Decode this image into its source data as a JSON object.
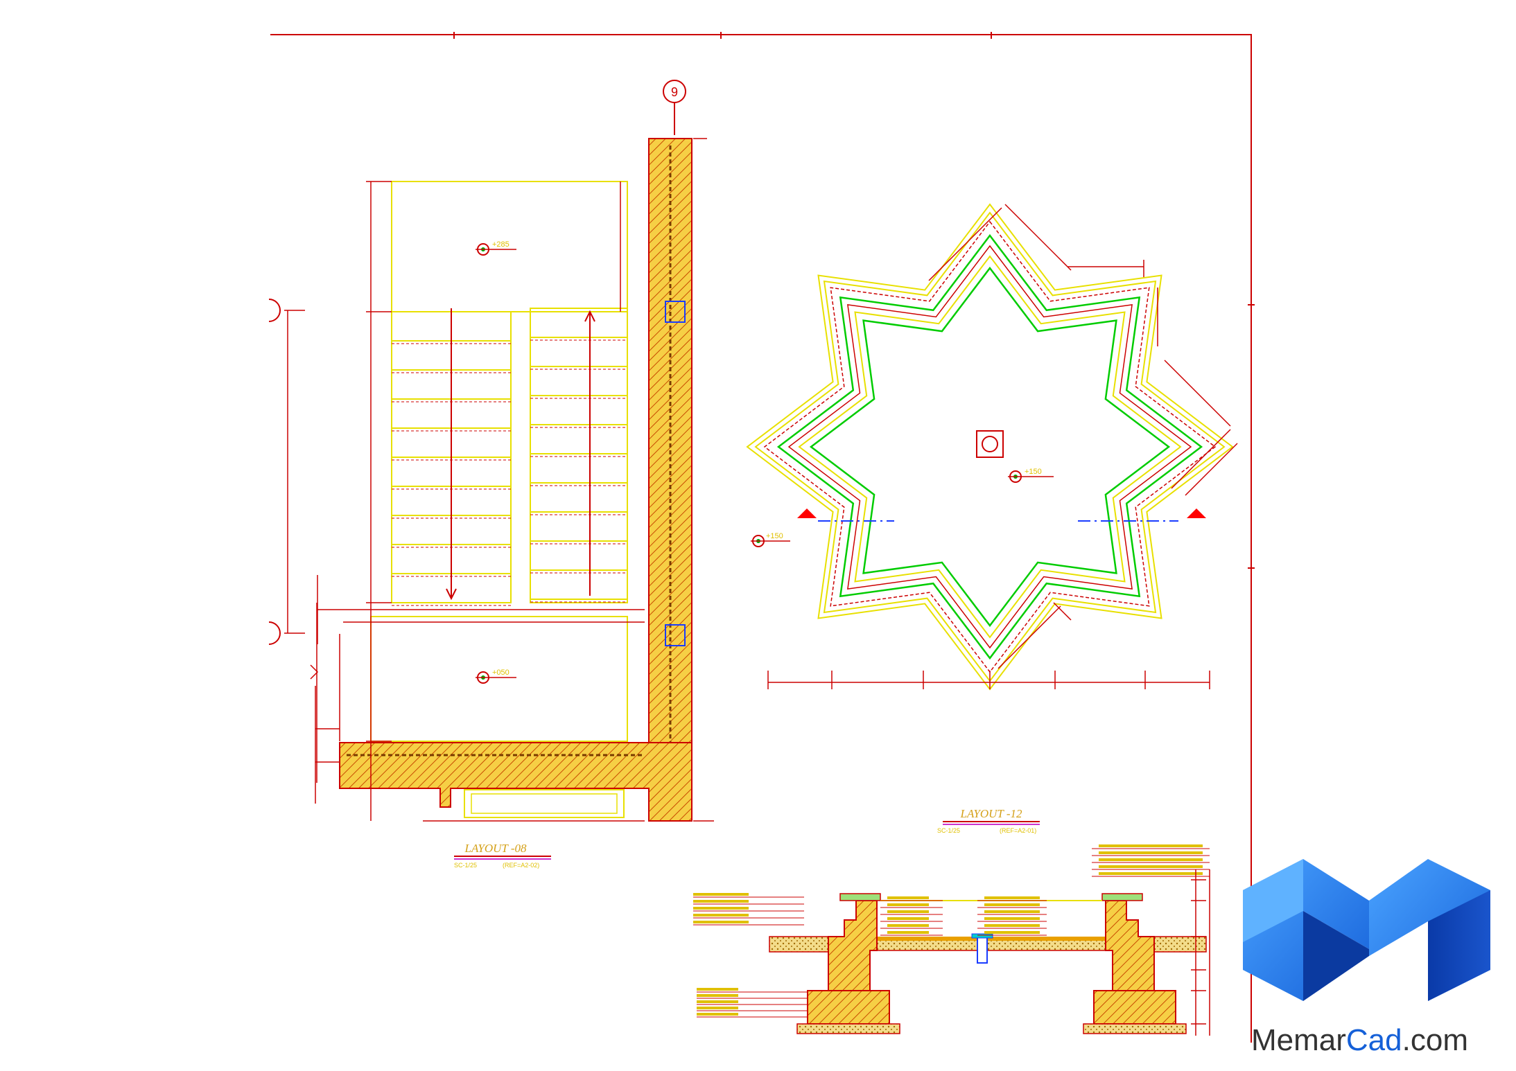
{
  "drawings": {
    "stair_plan": {
      "title": "LAYOUT -08",
      "scale": "SC-1/25",
      "ref": "(REF=A2-02)",
      "grid_marker": "9",
      "levels": [
        "+285",
        "+050"
      ]
    },
    "star_fountain": {
      "title": "LAYOUT -12",
      "scale": "SC-1/25",
      "ref": "(REF=A2-01)",
      "levels": [
        "+150",
        "+150"
      ]
    }
  },
  "colors": {
    "background": "#ffffff",
    "frame": "#cc0000",
    "dimension": "#d40000",
    "outline": "#ffff00",
    "hatch_fill": "#f6cf45",
    "hatch_line": "#c84b00",
    "green_line": "#00cc00",
    "blue": "#1a3cff"
  },
  "watermark": {
    "brand_left": "Memar",
    "brand_right": "Cad",
    "suffix": ".com",
    "logo_icon": "memarcad-m-logo-icon"
  }
}
